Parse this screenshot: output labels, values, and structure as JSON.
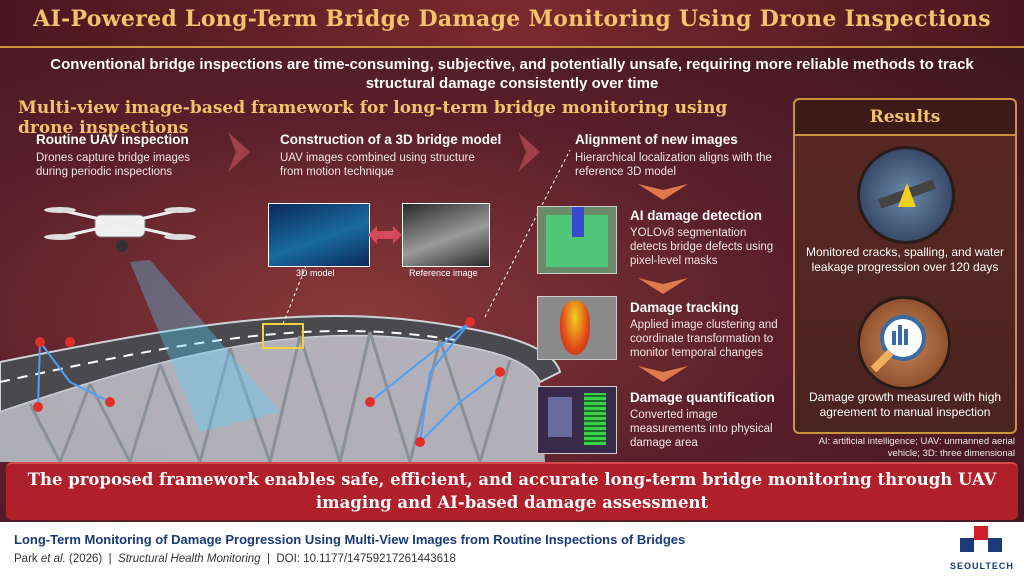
{
  "header": {
    "title": "AI-Powered Long-Term Bridge Damage Monitoring Using Drone Inspections",
    "intro": "Conventional bridge inspections are time-consuming, subjective, and potentially unsafe, requiring more reliable methods to track structural damage consistently over time"
  },
  "framework": {
    "subtitle": "Multi-view image-based framework for long-term bridge monitoring using drone inspections",
    "steps": [
      {
        "title": "Routine UAV inspection",
        "desc": "Drones capture bridge images during periodic inspections"
      },
      {
        "title": "Construction of a 3D bridge model",
        "desc": "UAV images combined using structure from motion technique"
      },
      {
        "title": "Alignment of new images",
        "desc": "Hierarchical localization aligns with the reference 3D model"
      },
      {
        "title": "AI damage detection",
        "desc": "YOLOv8 segmentation detects bridge defects using pixel-level masks"
      },
      {
        "title": "Damage tracking",
        "desc": "Applied image clustering and coordinate transformation to monitor temporal changes"
      },
      {
        "title": "Damage quantification",
        "desc": "Converted image measurements into physical damage area"
      }
    ],
    "image_labels": {
      "model": "3D model",
      "reference": "Reference image"
    }
  },
  "results": {
    "heading": "Results",
    "items": [
      {
        "text": "Monitored cracks, spalling, and water leakage progression over 120 days"
      },
      {
        "text": "Damage growth measured with high agreement to manual inspection"
      }
    ]
  },
  "abbreviations": "AI: artificial intelligence; UAV: unmanned aerial vehicle; 3D: three dimensional",
  "conclusion": "The proposed framework enables safe, efficient, and accurate long-term bridge monitoring through UAV imaging and AI-based damage assessment",
  "footer": {
    "paper_title": "Long-Term Monitoring of Damage Progression Using Multi-View Images from Routine Inspections of Bridges",
    "authors": "Park",
    "et_al": "et al.",
    "year": "(2026)",
    "journal": "Structural Health Monitoring",
    "doi": "DOI: 10.1177/14759217261443618",
    "separator": "|",
    "logo": "SEOULTECH"
  },
  "colors": {
    "accent": "#f3c26a",
    "banner": "#b0202a",
    "footer_title": "#1a3a7a"
  }
}
